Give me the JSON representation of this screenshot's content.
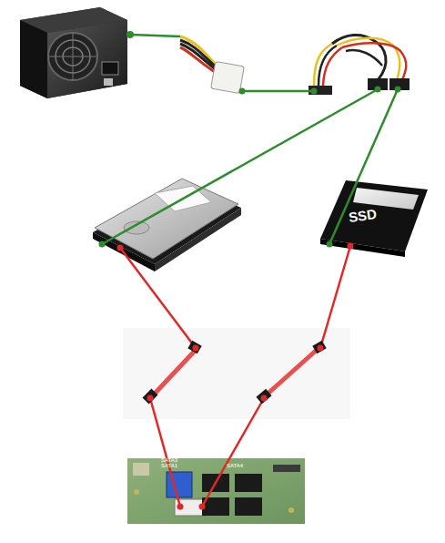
{
  "diagram": {
    "labels": [
      "SSD",
      "SATA3",
      "SATA1",
      "SATA4"
    ]
  }
}
